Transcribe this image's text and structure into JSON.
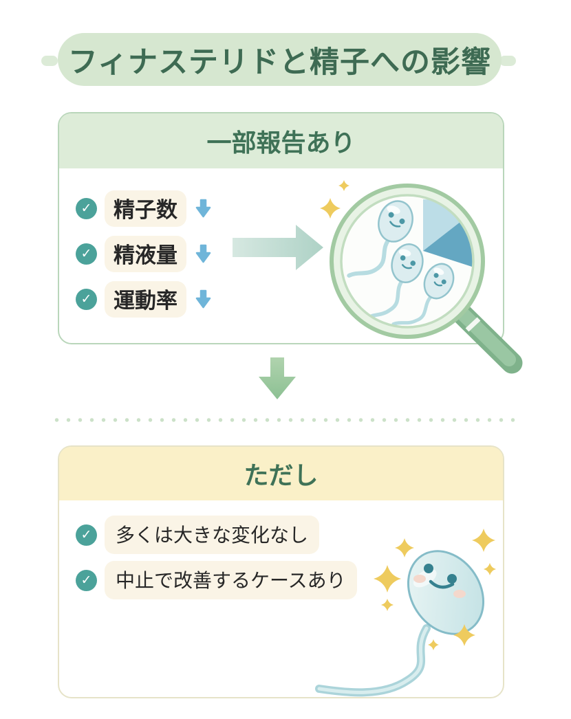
{
  "title": "フィナステリドと精子への影響",
  "section_reported": {
    "header": "一部報告あり",
    "items": [
      {
        "label": "精子数"
      },
      {
        "label": "精液量"
      },
      {
        "label": "運動率"
      }
    ]
  },
  "section_however": {
    "header": "ただし",
    "items": [
      {
        "label": "多くは大きな変化なし"
      },
      {
        "label": "中止で改善するケースあり"
      }
    ]
  },
  "icons": {
    "check_glyph": "✓",
    "decrease": "down-arrow-icon",
    "flow_right": "right-arrow-icon",
    "flow_down": "down-arrow-icon",
    "magnifier": "magnifier-icon",
    "sperm": "sperm-icon",
    "pie": "pie-chart-icon",
    "sparkle": "sparkle-icon"
  },
  "colors": {
    "title_bg": "#d6e7d0",
    "title_text": "#3e6b53",
    "header_text": "#3f7257",
    "card1_border": "#b9d6ba",
    "card1_header_bg": "#ddecd8",
    "card2_border": "#e6e3c8",
    "card2_header_bg": "#faf0c8",
    "item_pill_bg": "#faf4e6",
    "item_text": "#272727",
    "check_circle": "#4ba29a",
    "decrease_arrow": "#6fb5d9",
    "flow_arrow": "#bcd8d0",
    "down_arrow": "#9bc8a1",
    "divider_dot": "#cbe1c8",
    "sparkle": "#eecb5e"
  }
}
